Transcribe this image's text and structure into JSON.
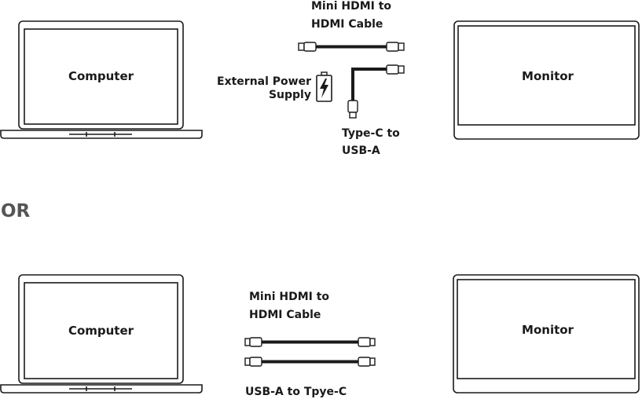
{
  "colors": {
    "stroke": "#1a1a1a",
    "or_text": "#555555",
    "background": "#ffffff"
  },
  "top": {
    "computer_label": "Computer",
    "monitor_label": "Monitor",
    "hdmi_label_line1": "Mini HDMI to",
    "hdmi_label_line2": "HDMI Cable",
    "power_label_line1": "External Power",
    "power_label_line2": "Supply",
    "usb_label_line1": "Type-C to",
    "usb_label_line2": "USB-A"
  },
  "divider": {
    "or_label": "OR"
  },
  "bottom": {
    "computer_label": "Computer",
    "monitor_label": "Monitor",
    "hdmi_label_line1": "Mini HDMI to",
    "hdmi_label_line2": "HDMI Cable",
    "usb_label": "USB-A to Tpye-C"
  },
  "icons": {
    "power": "battery-lightning-icon"
  }
}
